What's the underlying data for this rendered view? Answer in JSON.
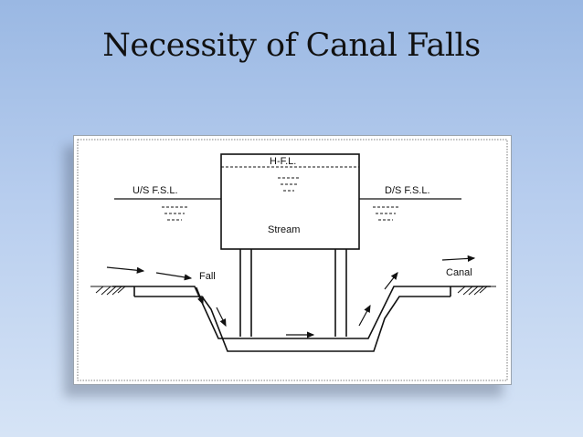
{
  "slide": {
    "title": "Necessity of Canal Falls"
  },
  "diagram": {
    "labels": {
      "hfl": "H-F.L.",
      "us_fsl": "U/S F.S.L.",
      "ds_fsl": "D/S F.S.L.",
      "stream": "Stream",
      "fall": "Fall",
      "canal": "Canal"
    },
    "colors": {
      "line": "#111111",
      "background": "#ffffff"
    }
  }
}
